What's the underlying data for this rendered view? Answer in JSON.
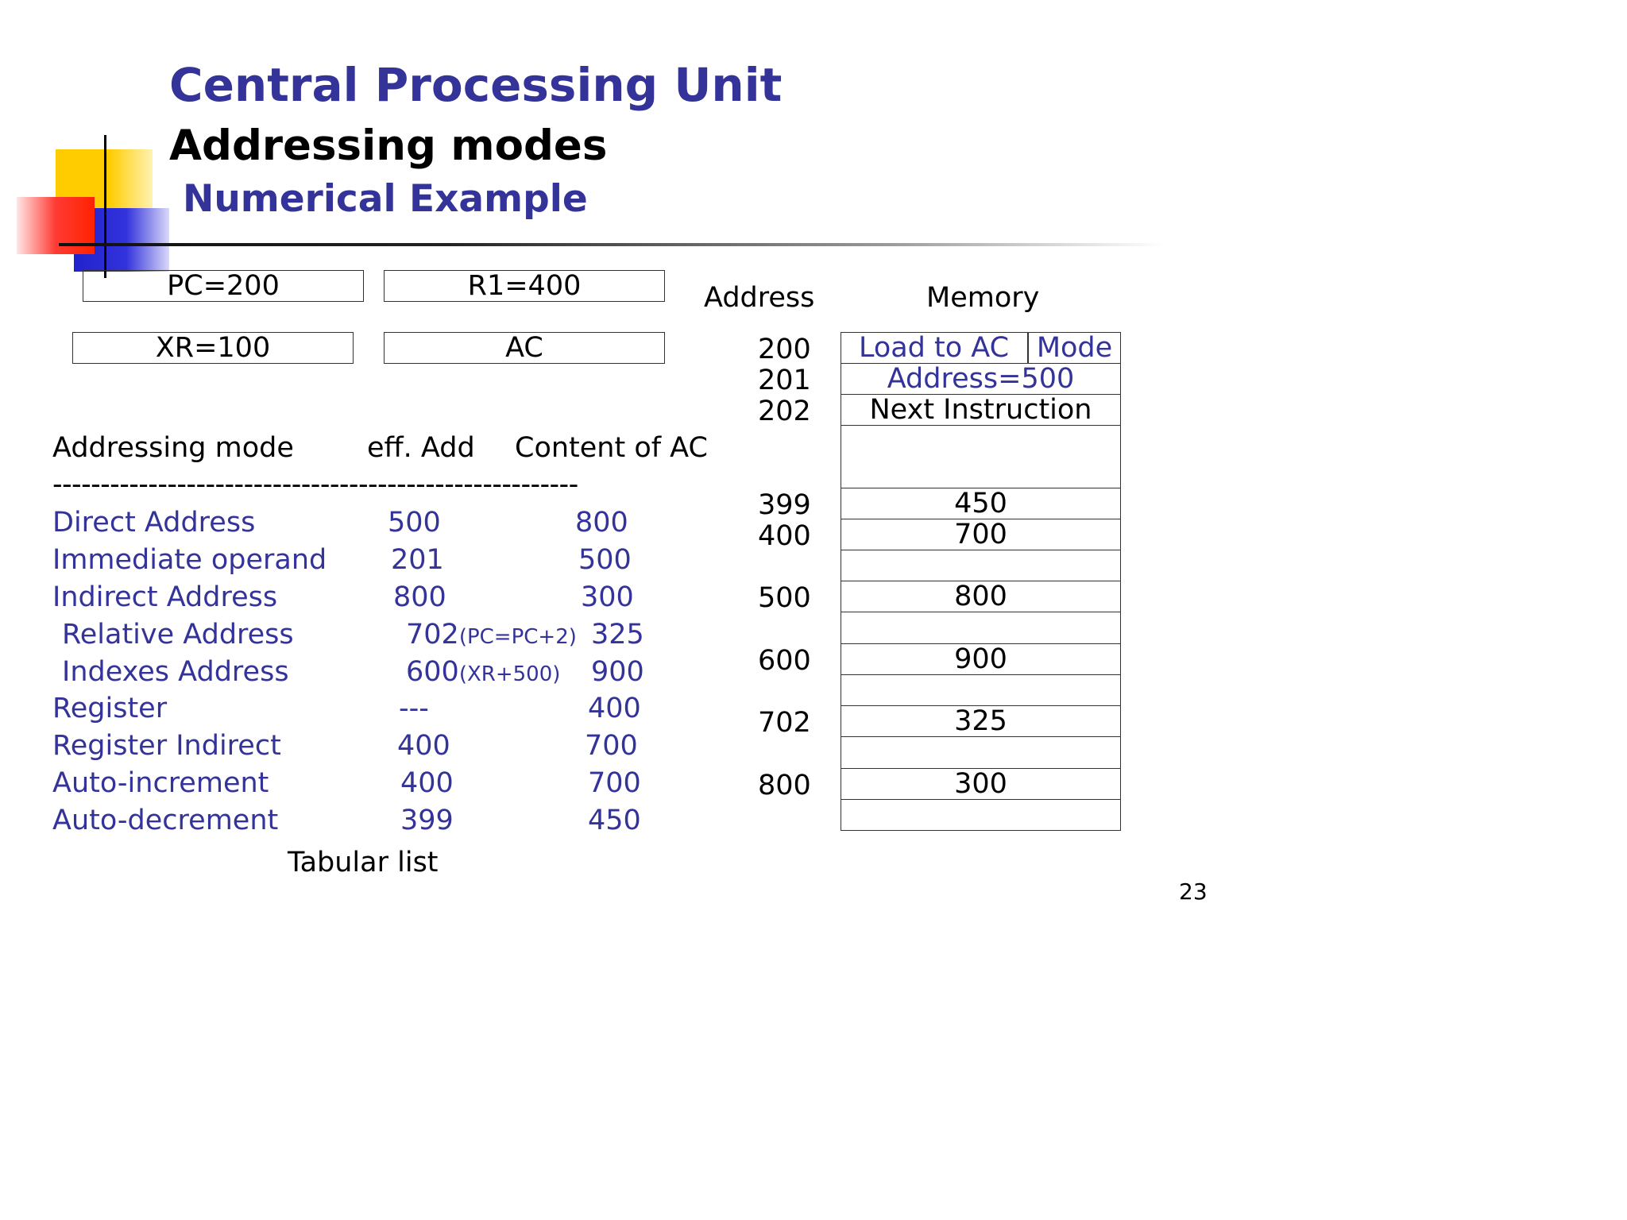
{
  "slide": {
    "title": "Central Processing Unit",
    "subtitle": "Addressing modes",
    "subheading": "Numerical Example",
    "page_number": "23",
    "accent_color": "#333399"
  },
  "registers": {
    "pc": "PC=200",
    "r1": "R1=400",
    "xr": "XR=100",
    "ac": "AC"
  },
  "memory": {
    "address_header": "Address",
    "memory_header": "Memory",
    "addresses": [
      "200",
      "201",
      "202",
      "399",
      "400",
      "500",
      "600",
      "702",
      "800"
    ],
    "instruction": {
      "op": "Load to AC",
      "mode": "Mode",
      "address": "Address=500",
      "next": "Next Instruction"
    },
    "values": [
      "450",
      "700",
      "800",
      "900",
      "325",
      "300"
    ]
  },
  "table": {
    "headers": [
      "Addressing mode",
      "eff. Add",
      "Content of AC"
    ],
    "separator": "-------------------------------------------------------",
    "rows": [
      {
        "mode": "Direct Address",
        "eff": "500",
        "note": "",
        "content": "800"
      },
      {
        "mode": "Immediate operand",
        "eff": "201",
        "note": "",
        "content": "500"
      },
      {
        "mode": "Indirect Address",
        "eff": "800",
        "note": "",
        "content": "300"
      },
      {
        "mode": "Relative Address",
        "eff": "702",
        "note": "(PC=PC+2)",
        "content": "325"
      },
      {
        "mode": "Indexes Address",
        "eff": "600",
        "note": "(XR+500)",
        "content": "900"
      },
      {
        "mode": "Register",
        "eff": "---",
        "note": "",
        "content": "400"
      },
      {
        "mode": "Register Indirect",
        "eff": "400",
        "note": "",
        "content": "700"
      },
      {
        "mode": "Auto-increment",
        "eff": "400",
        "note": "",
        "content": "700"
      },
      {
        "mode": "Auto-decrement",
        "eff": "399",
        "note": "",
        "content": "450"
      }
    ],
    "caption": "Tabular list"
  }
}
